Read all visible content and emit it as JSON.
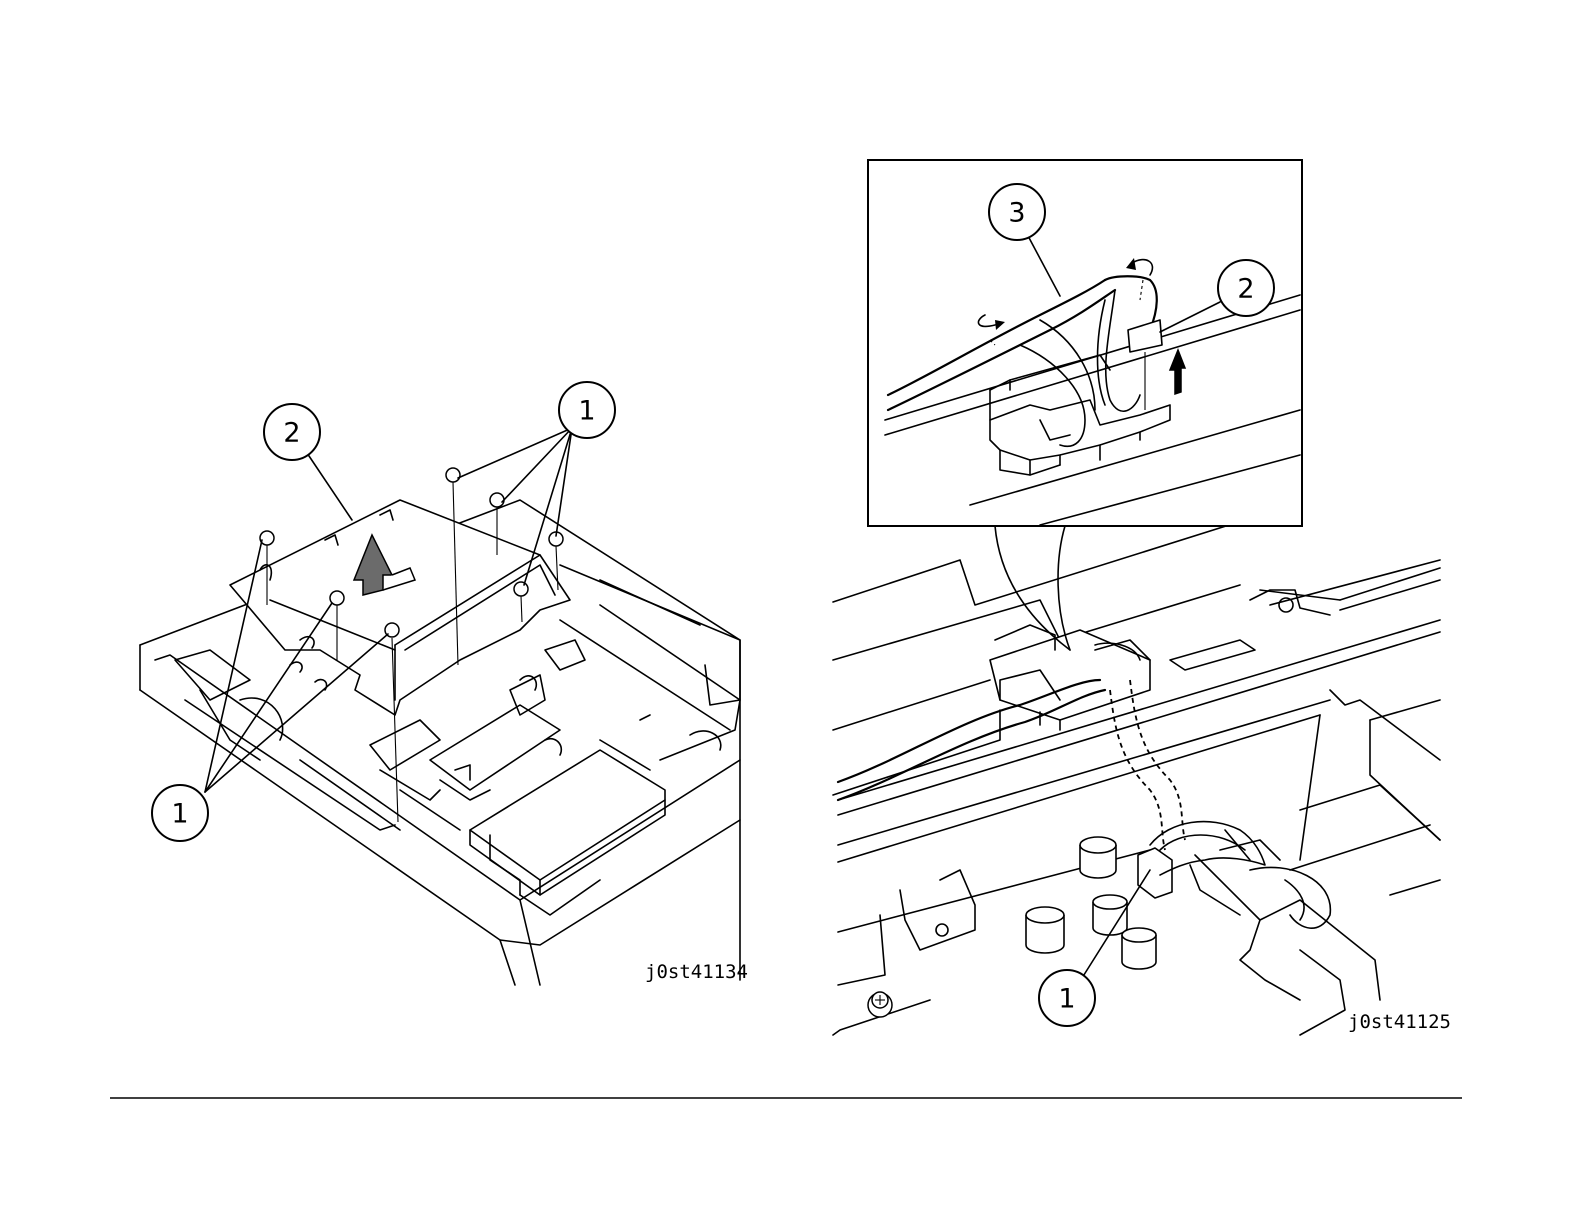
{
  "figures": [
    {
      "id_label": "j0st41134",
      "callouts": [
        "1",
        "2",
        "1"
      ]
    },
    {
      "id_label": "j0st41125",
      "callouts": [
        "3",
        "2",
        "1"
      ]
    }
  ]
}
